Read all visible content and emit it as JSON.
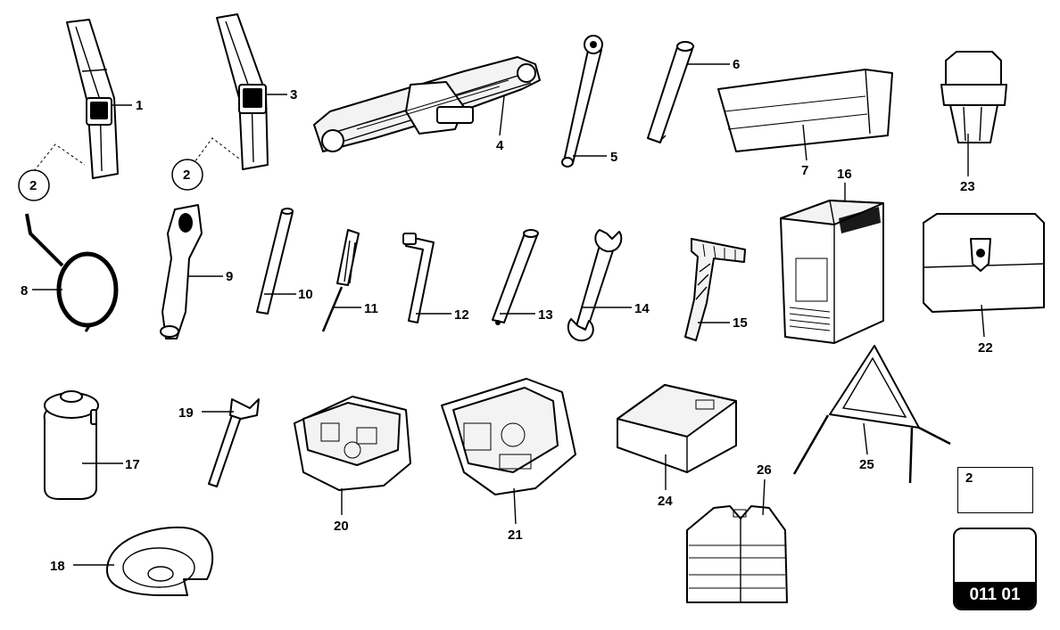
{
  "diagram": {
    "callouts": [
      {
        "id": "c1",
        "label": "1"
      },
      {
        "id": "c2a",
        "label": "2"
      },
      {
        "id": "c2b",
        "label": "2"
      },
      {
        "id": "c3",
        "label": "3"
      },
      {
        "id": "c4",
        "label": "4"
      },
      {
        "id": "c5",
        "label": "5"
      },
      {
        "id": "c6",
        "label": "6"
      },
      {
        "id": "c7",
        "label": "7"
      },
      {
        "id": "c8",
        "label": "8"
      },
      {
        "id": "c9",
        "label": "9"
      },
      {
        "id": "c10",
        "label": "10"
      },
      {
        "id": "c11",
        "label": "11"
      },
      {
        "id": "c12",
        "label": "12"
      },
      {
        "id": "c13",
        "label": "13"
      },
      {
        "id": "c14",
        "label": "14"
      },
      {
        "id": "c15",
        "label": "15"
      },
      {
        "id": "c16",
        "label": "16"
      },
      {
        "id": "c17",
        "label": "17"
      },
      {
        "id": "c18",
        "label": "18"
      },
      {
        "id": "c19",
        "label": "19"
      },
      {
        "id": "c20",
        "label": "20"
      },
      {
        "id": "c21",
        "label": "21"
      },
      {
        "id": "c22",
        "label": "22"
      },
      {
        "id": "c23",
        "label": "23"
      },
      {
        "id": "c24",
        "label": "24"
      },
      {
        "id": "c25",
        "label": "25"
      },
      {
        "id": "c26",
        "label": "26"
      }
    ],
    "reference_box_label": "2",
    "sheet_code": "011 01"
  }
}
